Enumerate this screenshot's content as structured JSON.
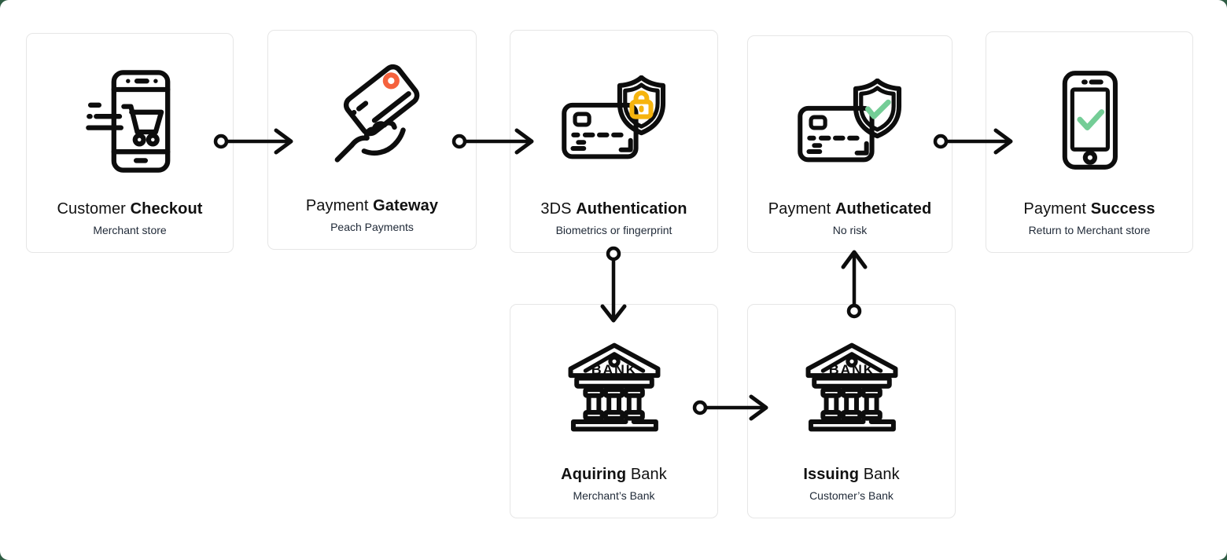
{
  "colors": {
    "frame": "#2F5D44",
    "stroke": "#0D0D0D",
    "card_border": "#E6E6E6",
    "accent_orange": "#F5623D",
    "accent_gold": "#F6B40E",
    "accent_green": "#74CD96"
  },
  "icons": {
    "bank_label": "BANK"
  },
  "cards": [
    {
      "id": "customer-checkout",
      "title_prefix": "Customer ",
      "title_bold": "Checkout",
      "title_suffix": "",
      "subtitle": "Merchant store",
      "icon": "phone-cart"
    },
    {
      "id": "payment-gateway",
      "title_prefix": "Payment ",
      "title_bold": "Gateway",
      "title_suffix": "",
      "subtitle": "Peach Payments",
      "icon": "hand-card"
    },
    {
      "id": "3ds-authentication",
      "title_prefix": "3DS ",
      "title_bold": "Authentication",
      "title_suffix": "",
      "subtitle": "Biometrics or fingerprint",
      "icon": "card-shield-lock"
    },
    {
      "id": "payment-autheticated",
      "title_prefix": "Payment ",
      "title_bold": "Autheticated",
      "title_suffix": "",
      "subtitle": "No risk",
      "icon": "card-shield-check"
    },
    {
      "id": "payment-success",
      "title_prefix": "Payment ",
      "title_bold": "Success",
      "title_suffix": "",
      "subtitle": "Return to Merchant store",
      "icon": "phone-check"
    },
    {
      "id": "aquiring-bank",
      "title_prefix": "",
      "title_bold": "Aquiring",
      "title_suffix": " Bank",
      "subtitle": "Merchant’s Bank",
      "icon": "bank"
    },
    {
      "id": "issuing-bank",
      "title_prefix": "",
      "title_bold": "Issuing",
      "title_suffix": " Bank",
      "subtitle": "Customer’s Bank",
      "icon": "bank"
    }
  ],
  "connections": [
    {
      "from": "customer-checkout",
      "to": "payment-gateway"
    },
    {
      "from": "payment-gateway",
      "to": "3ds-authentication"
    },
    {
      "from": "3ds-authentication",
      "to": "aquiring-bank"
    },
    {
      "from": "aquiring-bank",
      "to": "issuing-bank"
    },
    {
      "from": "issuing-bank",
      "to": "payment-autheticated"
    },
    {
      "from": "payment-autheticated",
      "to": "payment-success"
    }
  ]
}
